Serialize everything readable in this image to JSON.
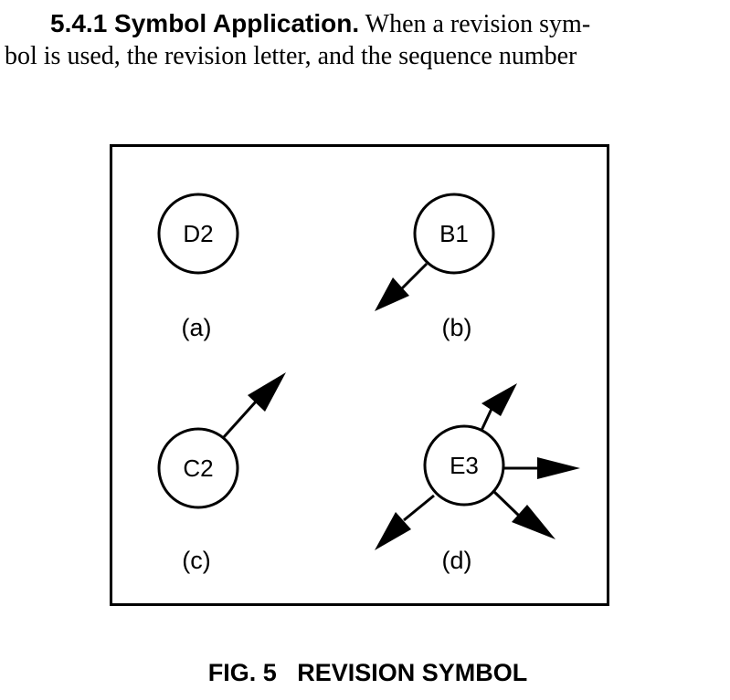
{
  "paragraph": {
    "heading": "5.4.1 Symbol Application.",
    "line1_text": " When a revision sym-",
    "line2_text": "bol is used, the revision letter, and the sequence number"
  },
  "figure": {
    "symbols": [
      {
        "label": "D2",
        "caption": "(a)"
      },
      {
        "label": "B1",
        "caption": "(b)"
      },
      {
        "label": "C2",
        "caption": "(c)"
      },
      {
        "label": "E3",
        "caption": "(d)"
      }
    ],
    "caption_number": "FIG. 5",
    "caption_title": "REVISION SYMBOL"
  }
}
